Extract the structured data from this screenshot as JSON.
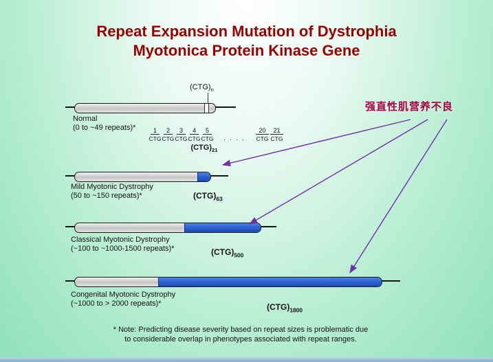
{
  "slide": {
    "title_line1": "Repeat Expansion Mutation of Dystrophia",
    "title_line2": "Myotonica Protein Kinase Gene"
  },
  "gene_marker": {
    "base": "(CTG)",
    "sub": "n"
  },
  "bars": [
    {
      "label": "Normal",
      "range": "(0 to ~49 repeats)*"
    },
    {
      "label": "Mild Myotonic Dystrophy",
      "range": "(50 to ~150 repeats)*",
      "ctg_base": "(CTG)",
      "ctg_sub": "63"
    },
    {
      "label": "Classical Myotonic Dystrophy",
      "range": "(~100 to ~1000-1500 repeats)*",
      "ctg_base": "(CTG)",
      "ctg_sub": "500"
    },
    {
      "label": "Congenital Myotonic Dystrophy",
      "range": "(~1000 to > 2000 repeats)*",
      "ctg_base": "(CTG)",
      "ctg_sub": "1800"
    }
  ],
  "ctg_detail": {
    "numbers": [
      "1",
      "2",
      "3",
      "4",
      "5",
      "20",
      "21"
    ],
    "unit": "CTG",
    "dots": ". . . .",
    "total_base": "(CTG)",
    "total_sub": "21"
  },
  "annotation": {
    "text": "强直性肌营养不良"
  },
  "note": {
    "line1": "* Note: Predicting disease severity based on repeat sizes is problematic due",
    "line2": "to considerable overlap in phenotypes associated with repeat ranges."
  },
  "colors": {
    "title": "#990000",
    "annotation": "#aa0044",
    "arrow": "#7030a0",
    "repeat_fill": "#2e64d4",
    "bar_fill": "#efefef",
    "background": "#8fe0bd"
  }
}
